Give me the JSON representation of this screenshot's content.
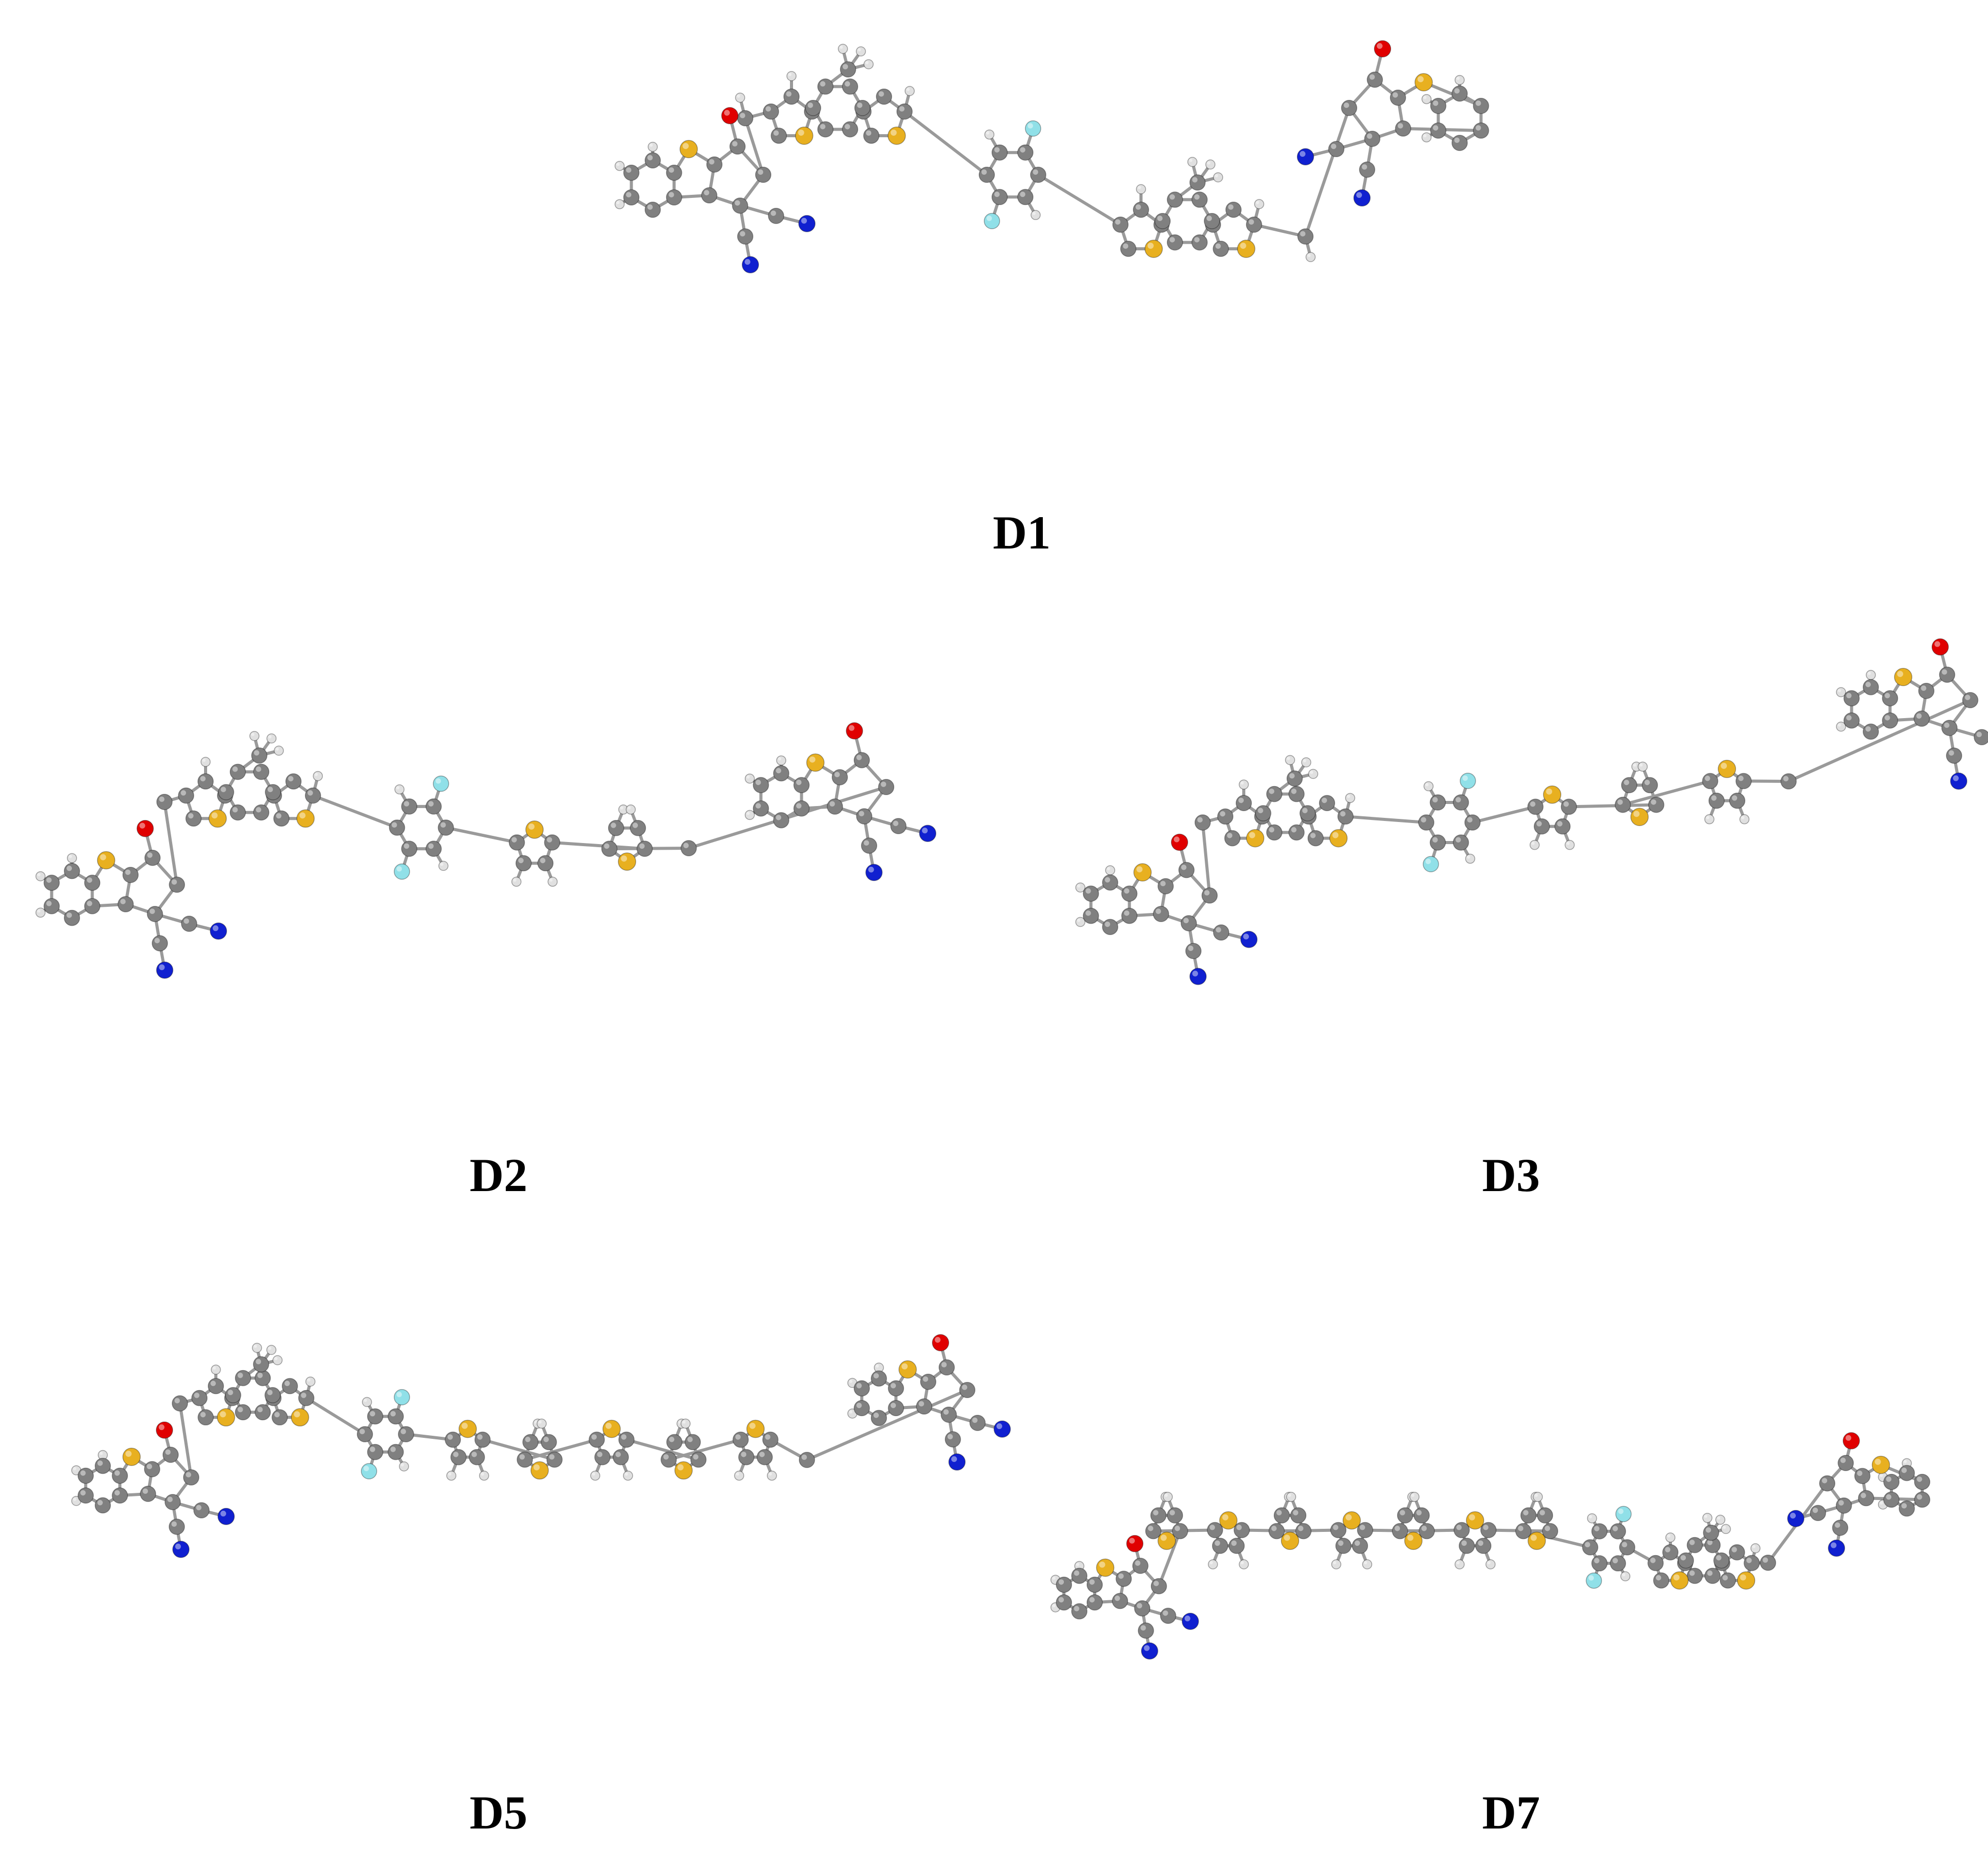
{
  "labels": {
    "d1": "D1",
    "d2": "D2",
    "d3": "D3",
    "d5": "D5",
    "d7": "D7"
  },
  "atom_colors": {
    "C": "#808080",
    "H": "#e0e0e0",
    "S": "#e8b020",
    "O": "#e00000",
    "N": "#1020d0",
    "F": "#90e0e8"
  },
  "molecules": {
    "d1": {
      "description_atoms": [
        "S",
        "O",
        "N",
        "F",
        "S",
        "S",
        "F",
        "S",
        "S",
        "N",
        "O",
        "S",
        "N",
        "N"
      ]
    },
    "d2": {
      "spacer_thiophenes": 2
    },
    "d3": {
      "spacer_thiophenes": 3
    },
    "d5": {
      "spacer_thiophenes": 5
    },
    "d7": {
      "spacer_thiophenes": 7
    }
  }
}
